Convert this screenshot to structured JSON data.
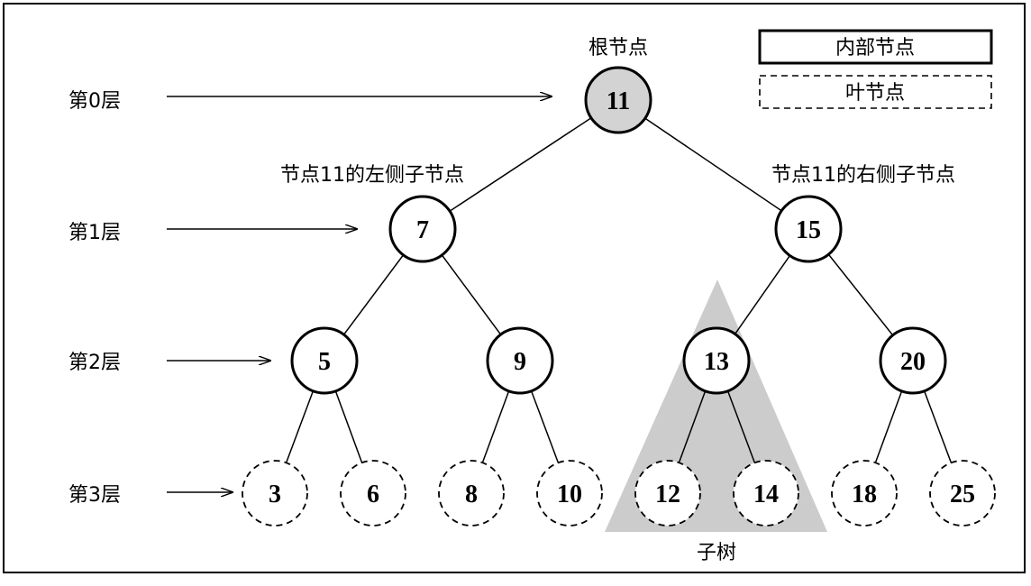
{
  "annotations": {
    "root": "根节点",
    "left_child": "节点11的左侧子节点",
    "right_child": "节点11的右侧子节点",
    "subtree": "子树"
  },
  "legend": {
    "internal": "内部节点",
    "leaf": "叶节点"
  },
  "levels": [
    "第0层",
    "第1层",
    "第2层",
    "第3层"
  ],
  "nodes": [
    {
      "id": "n11",
      "value": "11",
      "kind": "root"
    },
    {
      "id": "n7",
      "value": "7",
      "kind": "internal"
    },
    {
      "id": "n15",
      "value": "15",
      "kind": "internal"
    },
    {
      "id": "n5",
      "value": "5",
      "kind": "internal"
    },
    {
      "id": "n9",
      "value": "9",
      "kind": "internal"
    },
    {
      "id": "n13",
      "value": "13",
      "kind": "internal"
    },
    {
      "id": "n20",
      "value": "20",
      "kind": "internal"
    },
    {
      "id": "n3",
      "value": "3",
      "kind": "leaf"
    },
    {
      "id": "n6",
      "value": "6",
      "kind": "leaf"
    },
    {
      "id": "n8",
      "value": "8",
      "kind": "leaf"
    },
    {
      "id": "n10",
      "value": "10",
      "kind": "leaf"
    },
    {
      "id": "n12",
      "value": "12",
      "kind": "leaf"
    },
    {
      "id": "n14",
      "value": "14",
      "kind": "leaf"
    },
    {
      "id": "n18",
      "value": "18",
      "kind": "leaf"
    },
    {
      "id": "n25",
      "value": "25",
      "kind": "leaf"
    }
  ],
  "colors": {
    "root_fill": "#d3d3d3",
    "subtree_fill": "#cccccc",
    "stroke": "#000000"
  }
}
